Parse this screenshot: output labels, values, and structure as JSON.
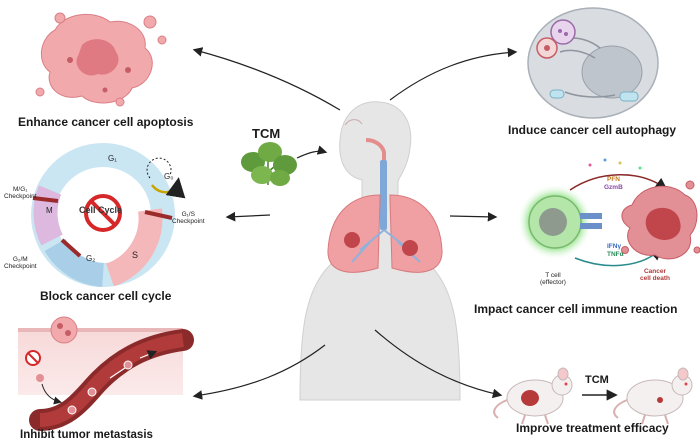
{
  "center": {
    "tcm_label": "TCM"
  },
  "effects": {
    "apoptosis": "Enhance cancer cell apoptosis",
    "autophagy": "Induce cancer cell autophagy",
    "cell_cycle": "Block cancer cell cycle",
    "immune": "Impact cancer cell immune reaction",
    "metastasis": "Inhibit tumor metastasis",
    "treatment": "Improve treatment efficacy"
  },
  "cell_cycle": {
    "center_label": "Cell Cycle",
    "phase_g1": "G₁",
    "phase_g0": "G₀",
    "phase_s": "S",
    "phase_g2": "G₂",
    "phase_m": "M",
    "checkpoint_mg1": "M/G₁\nCheckpoint",
    "checkpoint_g1s": "G₁/S\nCheckpoint",
    "checkpoint_g2m": "G₂/M\nCheckpoint"
  },
  "immune": {
    "pfn": "PFN",
    "gzmb": "GzmB",
    "ifng": "IFNγ",
    "tnfa": "TNFα",
    "t_cell": "T cell\n(effector)",
    "cancer_death": "Cancer\ncell death"
  },
  "treatment": {
    "tcm_arrow_label": "TCM"
  },
  "colors": {
    "tumor_pink": "#e58a8f",
    "tumor_dark": "#c65d66",
    "tcell_green": "#8fd98a",
    "vessel": "#8b2a2a",
    "body": "#e4e4e4",
    "lung": "#f2a4a4"
  }
}
